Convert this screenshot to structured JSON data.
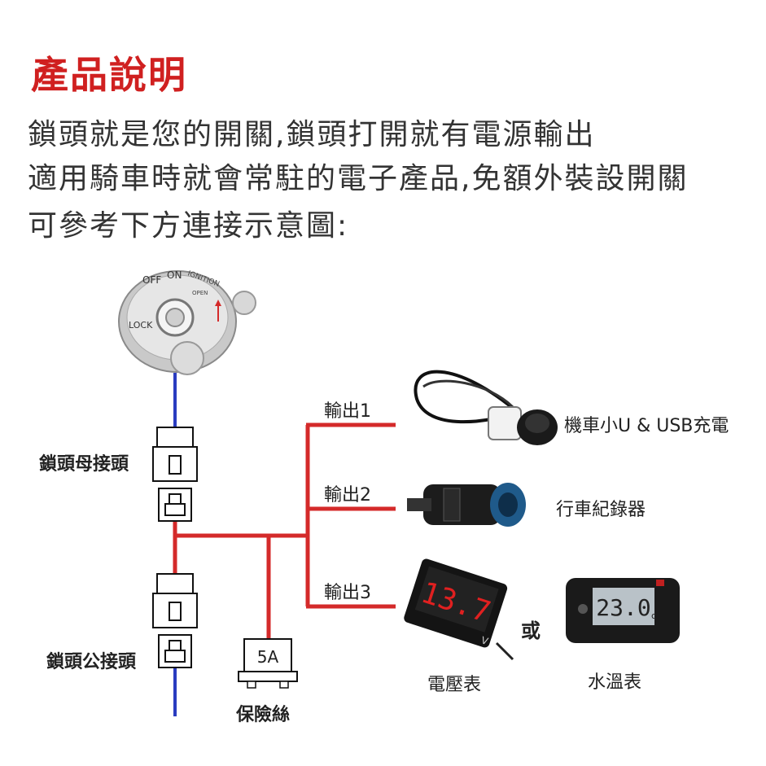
{
  "title": "產品說明",
  "description": [
    "鎖頭就是您的開關,鎖頭打開就有電源輸出",
    "適用騎車時就會常駐的電子產品,免額外裝設開關",
    "可參考下方連接示意圖:"
  ],
  "ignition": {
    "off": "OFF",
    "on": "ON",
    "ignition": "IGNITION",
    "lock": "LOCK",
    "open": "OPEN"
  },
  "labels": {
    "female_connector": "鎖頭母接頭",
    "male_connector": "鎖頭公接頭",
    "fuse": "保險絲",
    "fuse_rating": "5A",
    "output1": "輸出1",
    "output2": "輸出2",
    "output3": "輸出3",
    "device1": "機車小U & USB充電",
    "device2": "行車紀錄器",
    "voltmeter": "電壓表",
    "or": "或",
    "thermometer": "水溫表",
    "voltmeter_reading": "13.7",
    "voltmeter_unit": "V",
    "thermometer_reading": "23.0",
    "thermometer_unit": "c"
  },
  "colors": {
    "title": "#d02020",
    "wire_red": "#d42a2a",
    "wire_blue": "#2a3cc0"
  }
}
